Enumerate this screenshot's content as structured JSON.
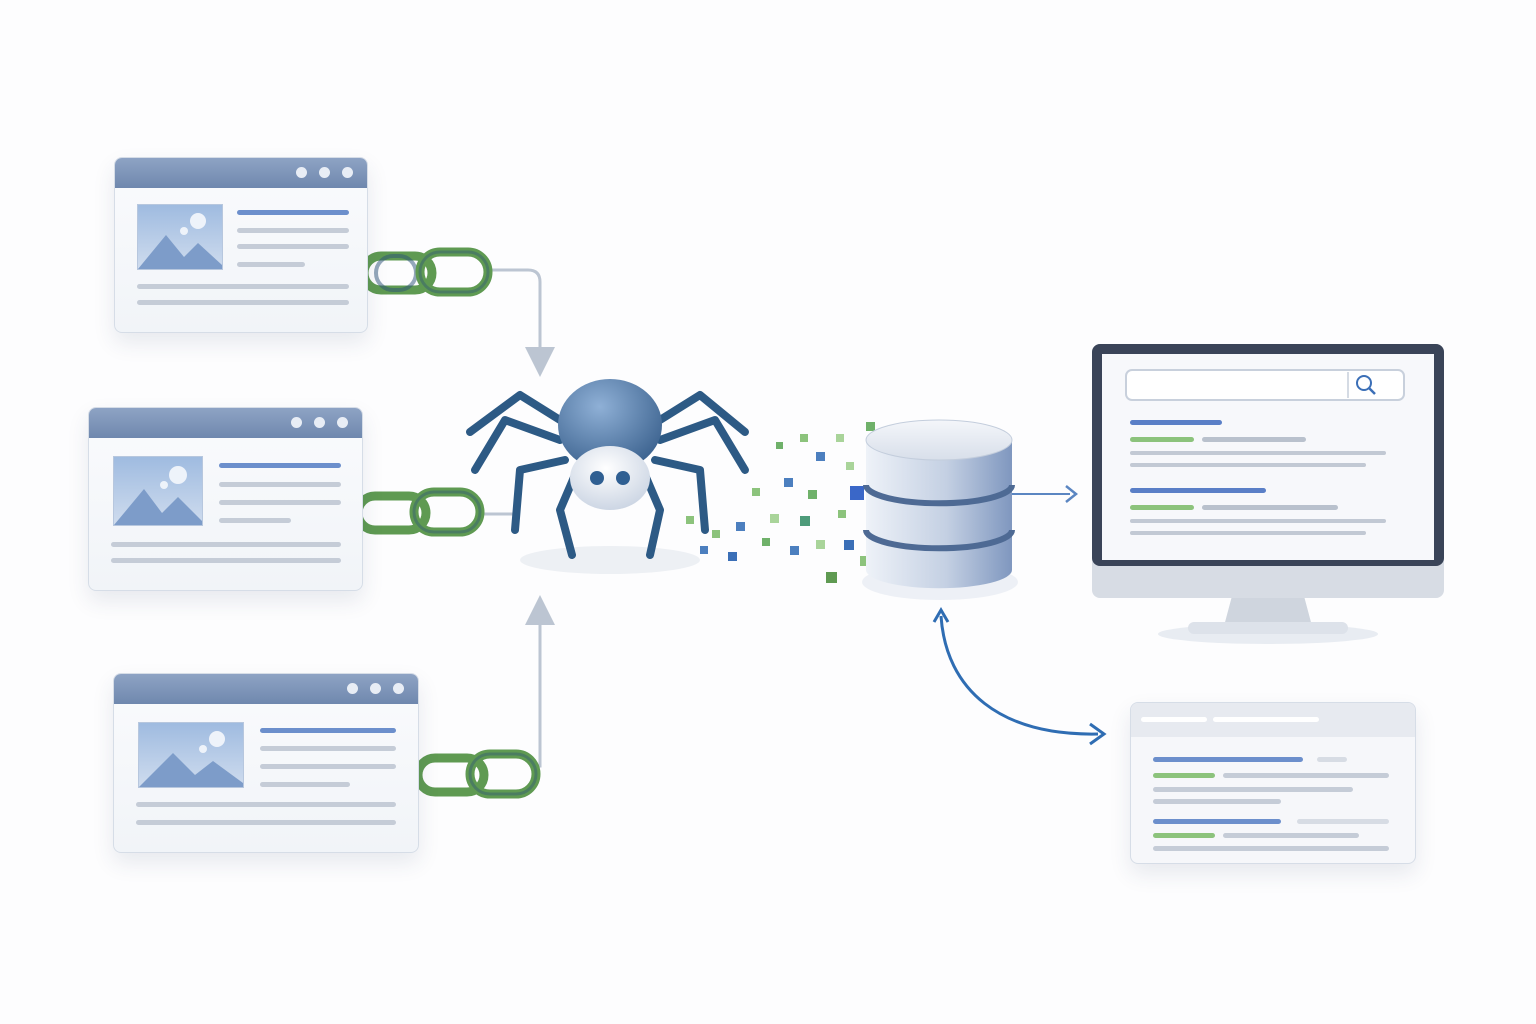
{
  "colors": {
    "chain_green": "#5f9a52",
    "chain_blue": "#2c5277",
    "spider_body": "#416a96",
    "arrow_blue": "#2f6db3",
    "connector_gray": "#bcc5d2",
    "page_header": "#7990b5"
  },
  "icons": {
    "crawler": "spider-icon",
    "link": "chain-link-icon",
    "storage": "database-icon",
    "search": "search-icon",
    "monitor": "monitor-icon"
  },
  "web_pages": [
    {
      "id": "page-top"
    },
    {
      "id": "page-middle"
    },
    {
      "id": "page-bottom"
    }
  ]
}
